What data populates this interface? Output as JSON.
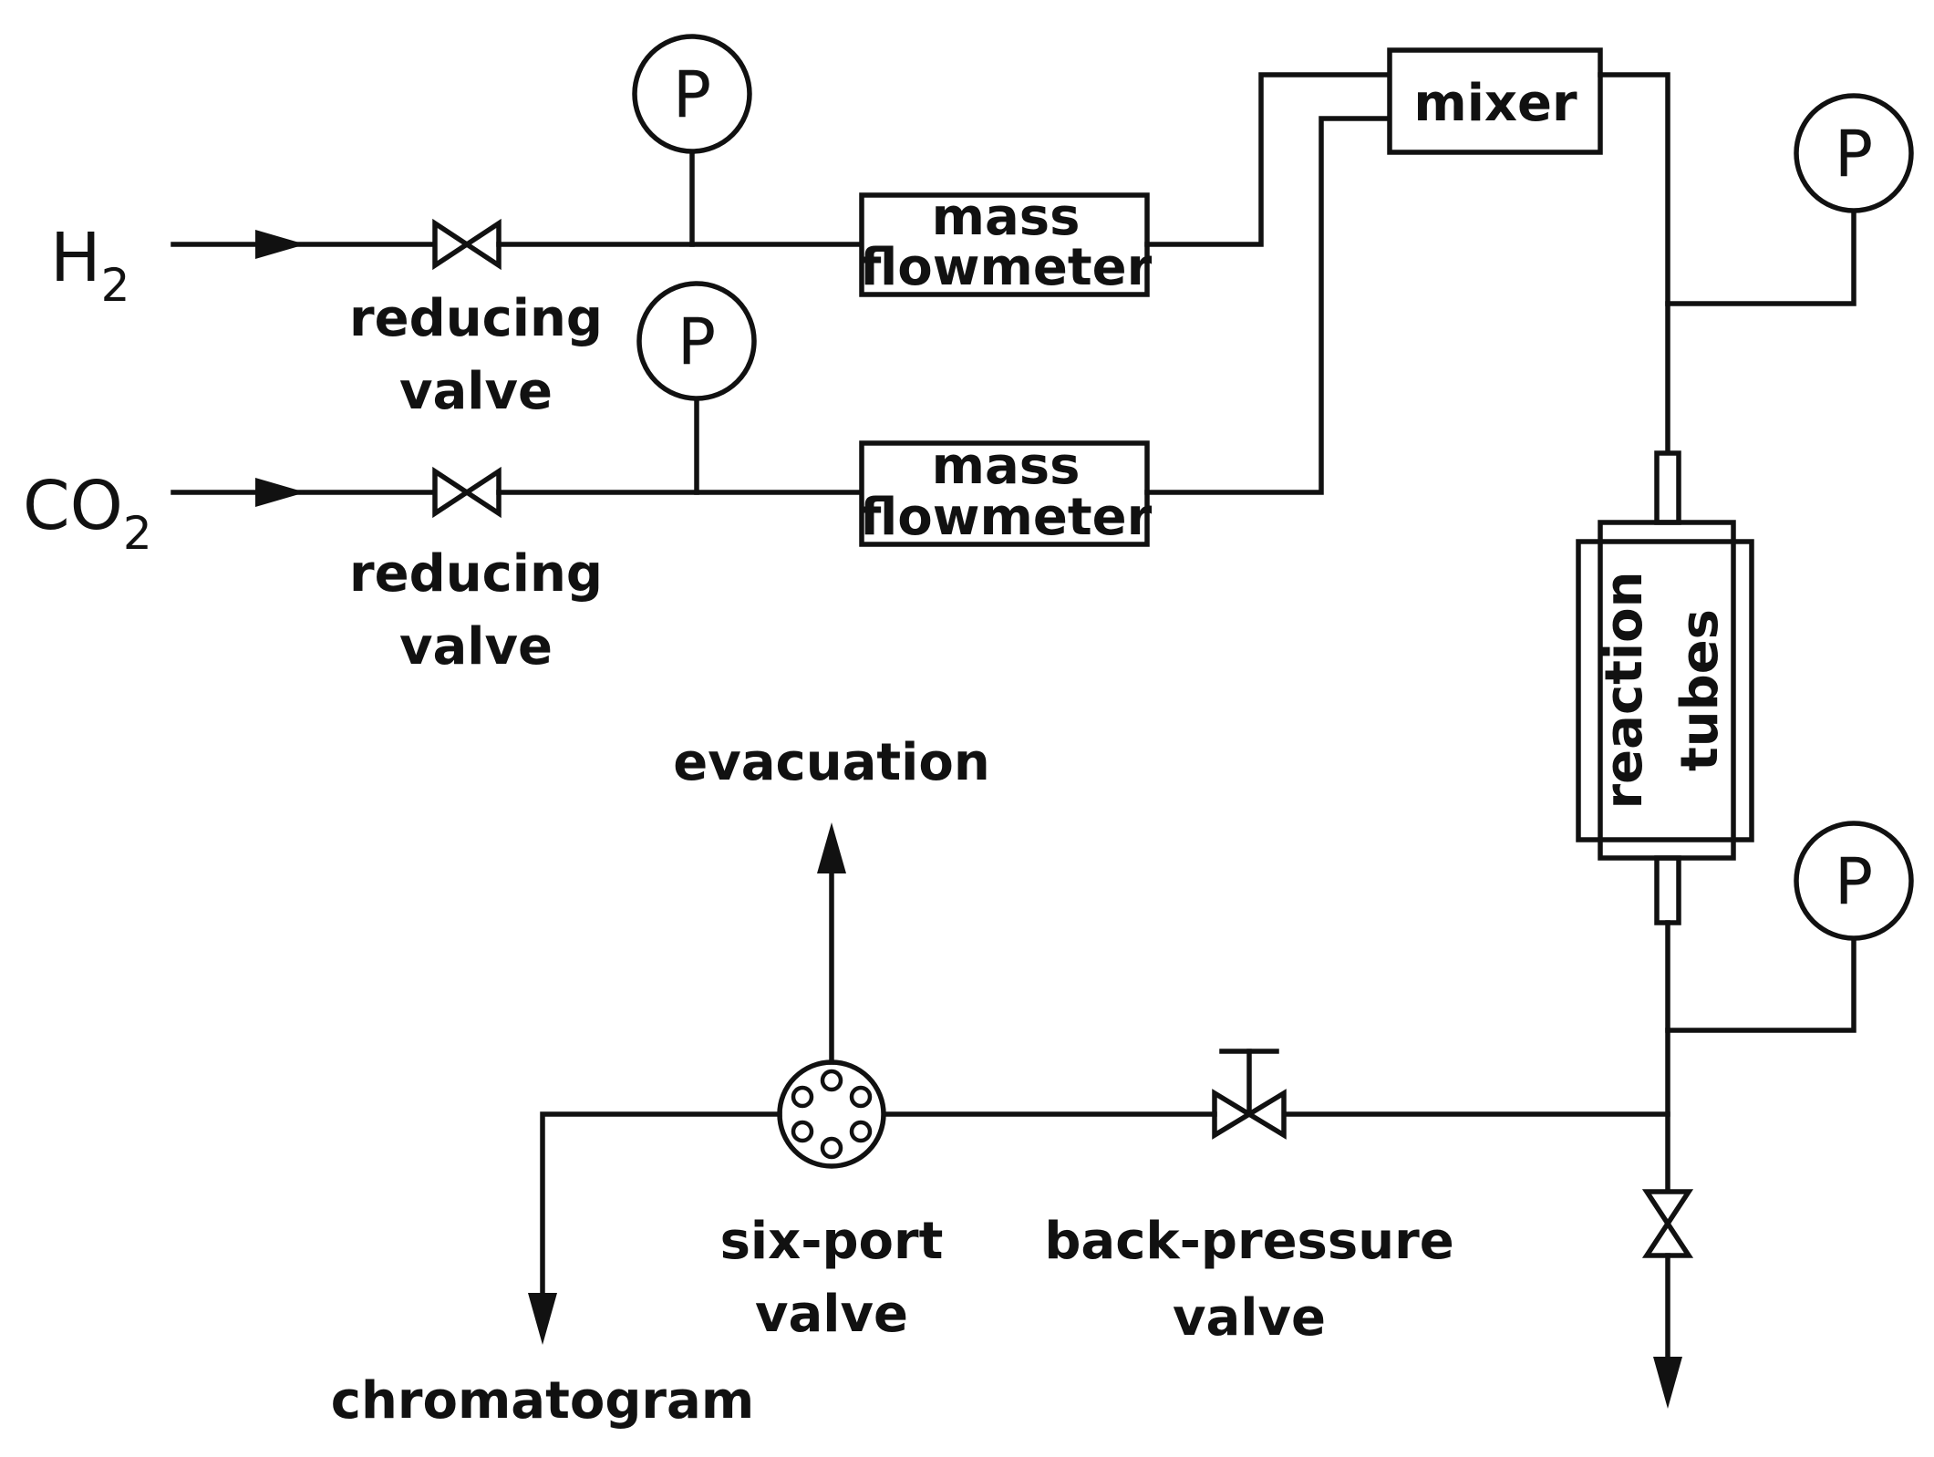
{
  "gases": {
    "h2": {
      "base": "H",
      "sub": "2"
    },
    "co2": {
      "base": "CO",
      "sub": "2"
    }
  },
  "gauge_label": "P",
  "labels": {
    "reducing_valve_1": [
      "reducing",
      "valve"
    ],
    "reducing_valve_2": [
      "reducing",
      "valve"
    ],
    "mass_flowmeter_1": [
      "mass",
      "flowmeter"
    ],
    "mass_flowmeter_2": [
      "mass",
      "flowmeter"
    ],
    "mixer": "mixer",
    "reaction_tubes": [
      "reaction",
      "tubes"
    ],
    "evacuation": "evacuation",
    "six_port_valve": [
      "six-port",
      "valve"
    ],
    "back_pressure_valve": [
      "back-pressure",
      "valve"
    ],
    "chromatogram": "chromatogram"
  },
  "colors": {
    "line": "#111111",
    "background": "#ffffff"
  }
}
